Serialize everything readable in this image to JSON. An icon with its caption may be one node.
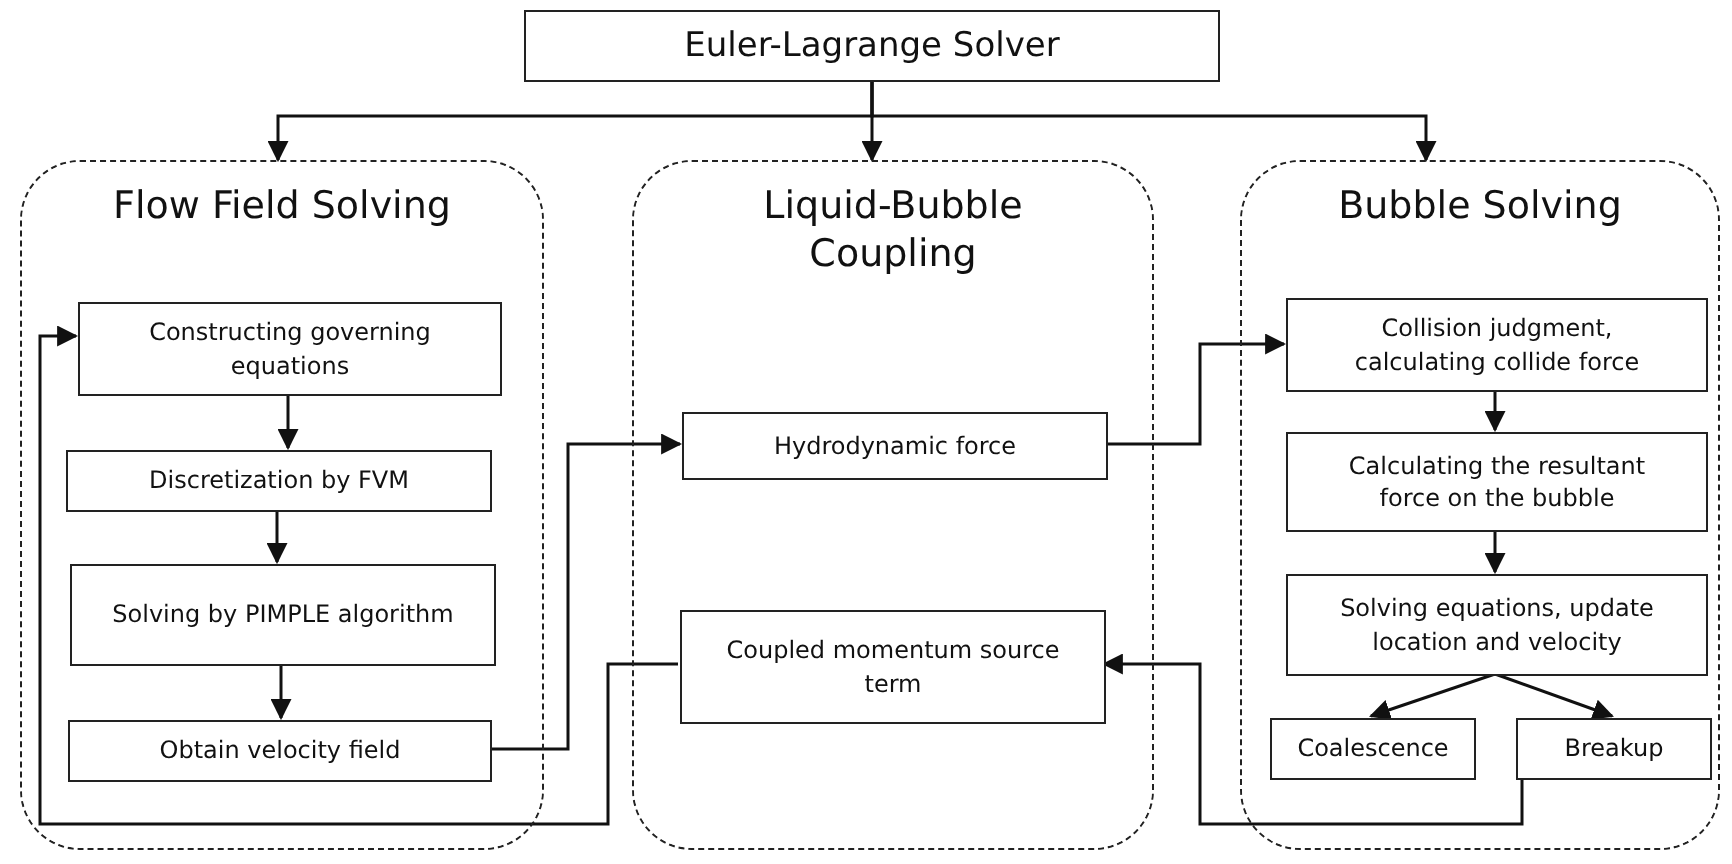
{
  "diagram": {
    "nodes": [
      {
        "text": [
          "Euler-Lagrange Solver"
        ]
      },
      {
        "text": [
          "Flow Field Solving"
        ]
      },
      {
        "text": [
          "Constructing governing equations"
        ],
        "in": 1
      },
      {
        "text": [
          "Discretization by FVM"
        ],
        "in": 1
      },
      {
        "text": [
          "Solving by PIMPLE algorithm"
        ],
        "in": 1
      },
      {
        "text": [
          "Obtain velocity field"
        ],
        "in": 1
      },
      {
        "text": [
          "Liquid-Bubble Coupling"
        ]
      },
      {
        "text": [
          "Hydrodynamic force"
        ],
        "in": 6
      },
      {
        "text": [
          "Coupled momentum source term"
        ],
        "in": 6
      },
      {
        "text": [
          "Bubble Solving"
        ]
      },
      {
        "text": [
          "Collision judgment, calculating collide force"
        ],
        "in": 9
      },
      {
        "text": [
          "Calculating the resultant force on the bubble"
        ],
        "in": 9
      },
      {
        "text": [
          "Solving equations, update location and velocity"
        ],
        "in": 9
      },
      {
        "text": [
          "Coalescence"
        ],
        "in": 9
      },
      {
        "text": [
          "Breakup"
        ],
        "in": 9
      }
    ],
    "edges": [
      {
        "from": 0,
        "to": 1,
        "arrow": "to"
      },
      {
        "from": 0,
        "to": 6,
        "arrow": "to"
      },
      {
        "from": 0,
        "to": 9,
        "arrow": "to"
      },
      {
        "from": 2,
        "to": 3,
        "arrow": "to"
      },
      {
        "from": 3,
        "to": 4,
        "arrow": "to"
      },
      {
        "from": 4,
        "to": 5,
        "arrow": "to"
      },
      {
        "from": 5,
        "to": 7,
        "arrow": "to"
      },
      {
        "from": 7,
        "to": 10,
        "arrow": "to"
      },
      {
        "from": 10,
        "to": 11,
        "arrow": "to"
      },
      {
        "from": 11,
        "to": 12,
        "arrow": "to"
      },
      {
        "from": 12,
        "to": 13,
        "arrow": "to"
      },
      {
        "from": 12,
        "to": 14,
        "arrow": "to"
      },
      {
        "from": 14,
        "to": 8,
        "arrow": "to"
      },
      {
        "from": 8,
        "to": 2,
        "arrow": "to"
      }
    ]
  }
}
